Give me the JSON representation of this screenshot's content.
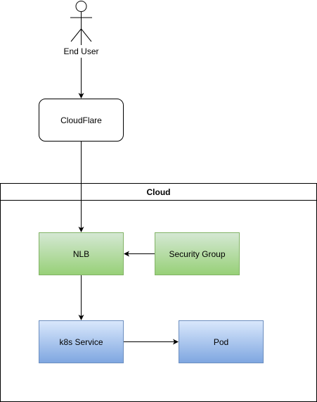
{
  "actor": {
    "label": "End User",
    "icon": "stick-figure-actor"
  },
  "nodes": {
    "cloudflare": {
      "label": "CloudFlare",
      "fill": "#ffffff",
      "stroke": "#000000"
    },
    "nlb": {
      "label": "NLB",
      "fill": "#82c96a",
      "stroke": "#82b366"
    },
    "security_group": {
      "label": "Security Group",
      "fill": "#82c96a",
      "stroke": "#82b366"
    },
    "k8s_service": {
      "label": "k8s Service",
      "fill": "#7ea6e0",
      "stroke": "#6c8ebf"
    },
    "pod": {
      "label": "Pod",
      "fill": "#7ea6e0",
      "stroke": "#6c8ebf"
    }
  },
  "container": {
    "title": "Cloud",
    "stroke": "#000000"
  },
  "edges": [
    {
      "from": "End User",
      "to": "CloudFlare"
    },
    {
      "from": "CloudFlare",
      "to": "NLB"
    },
    {
      "from": "Security Group",
      "to": "NLB"
    },
    {
      "from": "NLB",
      "to": "k8s Service"
    },
    {
      "from": "k8s Service",
      "to": "Pod"
    }
  ]
}
